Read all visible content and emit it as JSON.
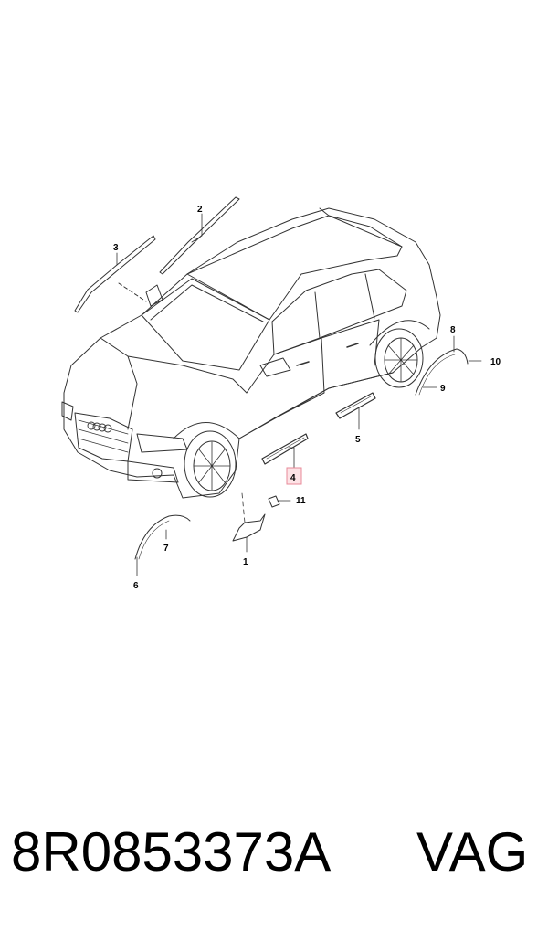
{
  "diagram": {
    "callouts": [
      {
        "id": "1",
        "label": "1"
      },
      {
        "id": "2",
        "label": "2"
      },
      {
        "id": "3",
        "label": "3"
      },
      {
        "id": "4",
        "label": "4",
        "highlighted": true
      },
      {
        "id": "5",
        "label": "5"
      },
      {
        "id": "6",
        "label": "6"
      },
      {
        "id": "7",
        "label": "7"
      },
      {
        "id": "8",
        "label": "8"
      },
      {
        "id": "9",
        "label": "9"
      },
      {
        "id": "10",
        "label": "10"
      },
      {
        "id": "11",
        "label": "11"
      }
    ],
    "highlight_color": "#fde3e6",
    "highlight_border": "#e88a98"
  },
  "caption": {
    "part_number": "8R0853373A",
    "brand": "VAG"
  }
}
